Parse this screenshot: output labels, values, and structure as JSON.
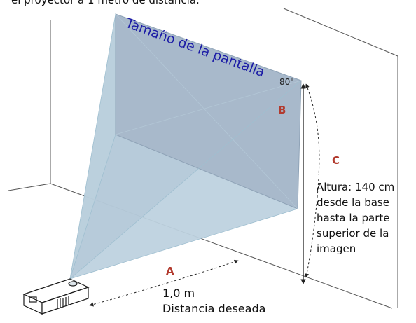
{
  "caption_top": "el proyector a 1 metro de distancia.",
  "screen": {
    "title": "Tamaño de la pantalla",
    "size": "80\"",
    "point_label": "B"
  },
  "distance": {
    "letter": "A",
    "value": "1,0 m",
    "caption": "Distancia deseada"
  },
  "height": {
    "letter": "C",
    "lines": [
      "Altura: 140 cm",
      "desde la base",
      "hasta la parte",
      "superior de la",
      "imagen"
    ]
  },
  "colors": {
    "screen_fill": "#a8b9cb",
    "beam_fill": "#c9dbe6",
    "title_text": "#1a1aa6",
    "accent_letters": "#b23a2e",
    "lines": "#333333"
  }
}
